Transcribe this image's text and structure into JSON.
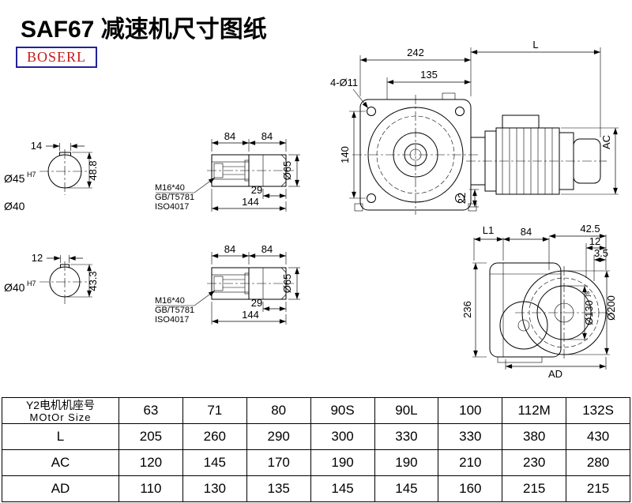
{
  "page": {
    "title": "SAF67 减速机尺寸图纸",
    "brand": "BOSERL"
  },
  "front_view": {
    "dim_width": "242",
    "dim_motor_len": "L",
    "dim_flange": "135",
    "holes_label": "4-Ø11",
    "dim_height": "140",
    "dim_offset": "22",
    "dim_motor_dia": "AC"
  },
  "shaft_top_section": {
    "keyway_width": "14",
    "bore_dia": "Ø45",
    "bore_tol": "H7",
    "keyway_height": "48.8",
    "shaft_label": "Ø40"
  },
  "shaft_top_side": {
    "dim_seg1": "84",
    "dim_seg2": "84",
    "dim_end": "29",
    "dim_total": "144",
    "dim_dia": "Ø65",
    "bolt_spec": "M16*40",
    "bolt_std1": "GB/T5781",
    "bolt_std2": "ISO4017"
  },
  "shaft_bottom_section": {
    "keyway_width": "12",
    "bore_dia": "Ø40",
    "bore_tol": "H7",
    "keyway_height": "43.3"
  },
  "shaft_bottom_side": {
    "dim_seg1": "84",
    "dim_seg2": "84",
    "dim_end": "29",
    "dim_total": "144",
    "dim_dia": "Ø65",
    "bolt_spec": "M16*40",
    "bolt_std1": "GB/T5781",
    "bolt_std2": "ISO4017"
  },
  "side_view": {
    "dim_l1": "L1",
    "dim_84": "84",
    "dim_425": "42.5",
    "dim_12": "12",
    "dim_35": "3.5",
    "dim_height": "236",
    "dim_hub": "Ø130",
    "dim_hub_tol": "js",
    "dim_flange": "Ø200",
    "dim_ad": "AD"
  },
  "size_table": {
    "header_label_cn": "Y2电机机座号",
    "header_label_en": "MOtOr Size",
    "sizes": [
      "63",
      "71",
      "80",
      "90S",
      "90L",
      "100",
      "112M",
      "132S"
    ],
    "rows": [
      {
        "label": "L",
        "values": [
          "205",
          "260",
          "290",
          "300",
          "330",
          "330",
          "380",
          "430"
        ]
      },
      {
        "label": "AC",
        "values": [
          "120",
          "145",
          "170",
          "190",
          "190",
          "210",
          "230",
          "280"
        ]
      },
      {
        "label": "AD",
        "values": [
          "110",
          "130",
          "135",
          "145",
          "145",
          "160",
          "215",
          "215"
        ]
      }
    ]
  }
}
